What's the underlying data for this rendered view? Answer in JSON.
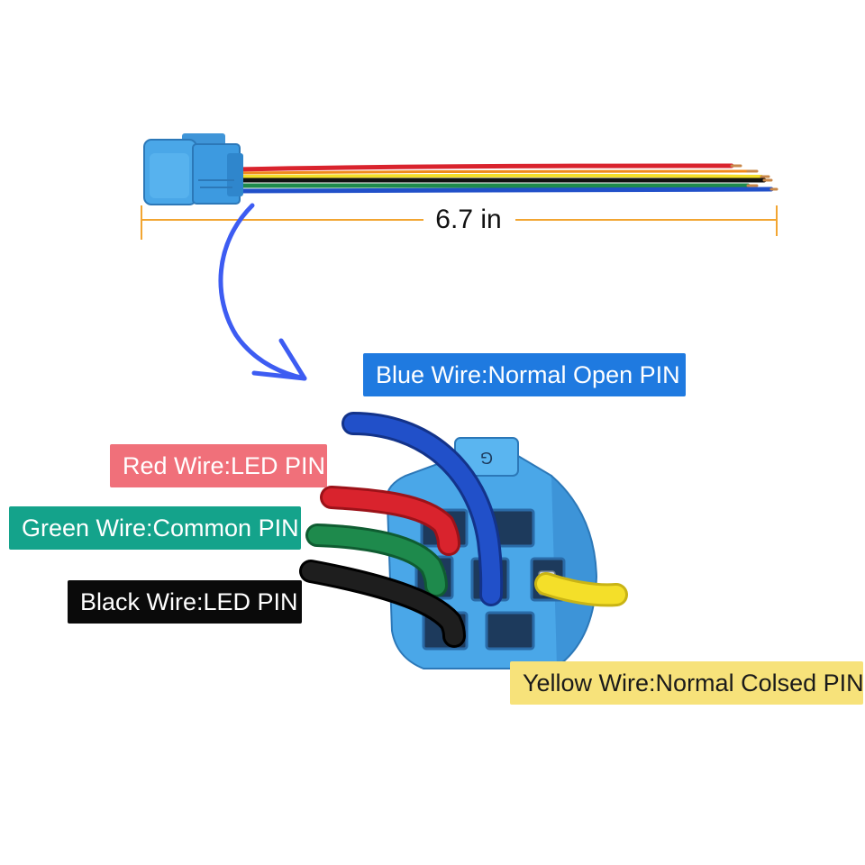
{
  "dimension": {
    "length_label": "6.7 in",
    "color": "#f2a531"
  },
  "labels": {
    "blue": {
      "text": "Blue Wire:Normal Open PIN",
      "bg": "#1f7ae0",
      "fg": "#ffffff"
    },
    "red": {
      "text": "Red Wire:LED PIN",
      "bg": "#f0707a",
      "fg": "#ffffff"
    },
    "green": {
      "text": "Green Wire:Common PIN",
      "bg": "#14a38b",
      "fg": "#ffffff"
    },
    "black": {
      "text": "Black Wire:LED PIN",
      "bg": "#0a0a0a",
      "fg": "#ffffff"
    },
    "yellow": {
      "text": "Yellow Wire:Normal Colsed PIN",
      "bg": "#f7e27a",
      "fg": "#1a1a1a"
    }
  },
  "connector": {
    "mark": "G",
    "body_color": "#4aa7e8",
    "dark_color": "#1d3a5c"
  },
  "wires": {
    "red": "#d9232d",
    "green": "#1e8a4c",
    "black": "#111111",
    "blue": "#2150c9",
    "yellow": "#f4df29",
    "orange": "#f08a1c"
  },
  "arrow": {
    "color": "#3d5cf2"
  }
}
